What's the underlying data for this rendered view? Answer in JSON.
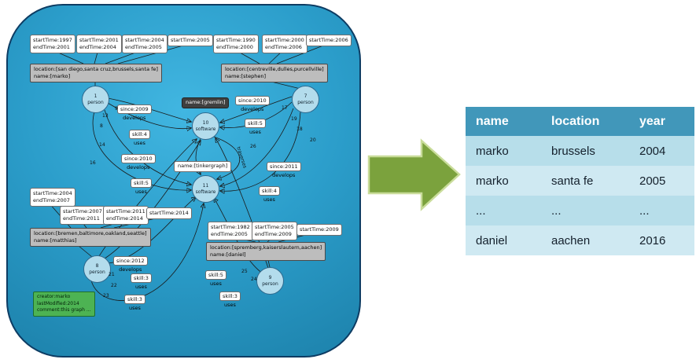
{
  "graph": {
    "time_boxes": [
      {
        "text": "startTime:1997\nendTime:2001"
      },
      {
        "text": "startTime:2001\nendTime:2004"
      },
      {
        "text": "startTime:2004\nendTime:2005"
      },
      {
        "text": "startTime:2005"
      },
      {
        "text": "startTime:1990\nendTime:2000"
      },
      {
        "text": "startTime:2000\nendTime:2006"
      },
      {
        "text": "startTime:2006"
      },
      {
        "text": "startTime:2004\nendTime:2007"
      },
      {
        "text": "startTime:2007\nendTime:2011"
      },
      {
        "text": "startTime:2011\nendTime:2014"
      },
      {
        "text": "startTime:2014"
      },
      {
        "text": "startTime:1982\nendTime:2005"
      },
      {
        "text": "startTime:2005\nendTime:2009"
      },
      {
        "text": "startTime:2009"
      }
    ],
    "info_boxes": [
      {
        "text": "location:[san diego,santa cruz,brussels,santa fe]\nname:[marko]"
      },
      {
        "text": "location:[centreville,dulles,purcellville]\nname:[stephen]"
      },
      {
        "text": "location:[bremen,baltimore,oakland,seattle]\nname:[matthias]"
      },
      {
        "text": "location:[spremberg,kaiserslautern,aachen]\nname:[daniel]"
      }
    ],
    "name_boxes": [
      {
        "text": "name:[gremlin]"
      },
      {
        "text": "name:[tinkergraph]"
      }
    ],
    "nodes": [
      {
        "text": "1\nperson"
      },
      {
        "text": "7\nperson"
      },
      {
        "text": "10\nsoftware"
      },
      {
        "text": "11\nsoftware"
      },
      {
        "text": "8\nperson"
      },
      {
        "text": "9\nperson"
      }
    ],
    "edge_labels": [
      {
        "box": "since:2009",
        "verb": "develops"
      },
      {
        "box": "skill:4",
        "verb": "uses"
      },
      {
        "box": "since:2010",
        "verb": "develops"
      },
      {
        "box": "skill:5",
        "verb": "uses"
      },
      {
        "box": "since:2010",
        "verb": "develops"
      },
      {
        "box": "skill:5",
        "verb": "uses"
      },
      {
        "box": "since:2011",
        "verb": "develops"
      },
      {
        "box": "skill:4",
        "verb": "uses"
      },
      {
        "box": "since:2012",
        "verb": "develops"
      },
      {
        "box": "skill:3",
        "verb": "uses"
      },
      {
        "box": "skill:3",
        "verb": "uses"
      },
      {
        "box": "skill:5",
        "verb": "uses"
      },
      {
        "box": "skill:3",
        "verb": "uses"
      }
    ],
    "edge_numbers": [
      "13",
      "9",
      "8",
      "14",
      "16",
      "17",
      "19",
      "18",
      "20",
      "26",
      "21",
      "22",
      "23",
      "24",
      "25"
    ],
    "traverses_label": "traverses",
    "meta_box": {
      "text": "creator:marko\nlastModified:2014\ncomment:this graph ..."
    }
  },
  "table": {
    "headers": [
      "name",
      "location",
      "year"
    ],
    "rows": [
      [
        "marko",
        "brussels",
        "2004"
      ],
      [
        "marko",
        "santa fe",
        "2005"
      ],
      [
        "...",
        "...",
        "..."
      ],
      [
        "daniel",
        "aachen",
        "2016"
      ]
    ]
  },
  "colors": {
    "panel_border": "#0d3c63",
    "table_header_bg": "#4197ba",
    "row_alt_dark": "#b7deea",
    "row_alt_light": "#cfe9f2",
    "arrow_fill": "#7ba23d",
    "arrow_stroke": "#c9dc9a"
  }
}
